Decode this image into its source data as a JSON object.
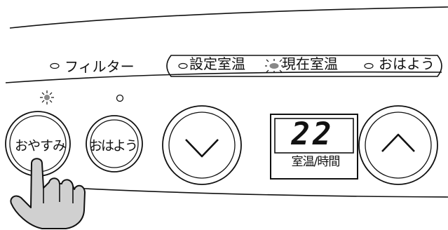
{
  "indicators": {
    "filter_label": "フィルター",
    "set_temp_label": "設定室温",
    "current_temp_label": "現在室温",
    "morning_label": "おはよう"
  },
  "buttons": {
    "oyasumi_label": "おやすみ",
    "ohayou_label": "おはよう",
    "down_icon": "chevron-down-icon",
    "up_icon": "chevron-up-icon",
    "temp_time_label": "室温/時間"
  },
  "display": {
    "digits": "22"
  },
  "colors": {
    "outline": "#111111",
    "led_on": "#888888",
    "hand_fill": "#d0d0d0",
    "background": "#ffffff"
  }
}
